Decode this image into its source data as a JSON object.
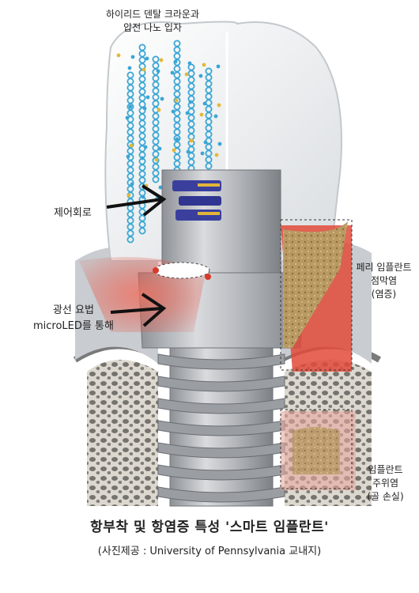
{
  "labels": {
    "nanoparticles": [
      "하이리드 덴탈 크라운과",
      "압전 나노 입자"
    ],
    "control_circuit": "제어회로",
    "phototherapy": [
      "광선 요법",
      "microLED를 통해"
    ],
    "peri_mucositis": [
      "페리 임플란트",
      "점막염",
      "(염증)"
    ],
    "peri_implantitis": [
      "임플란트",
      "주위염",
      "(골 손실)"
    ]
  },
  "caption": {
    "title": "항부착 및 항염증 특성 '스마트 임플란트'",
    "credit": "(사진제공 : University of Pennsylvania 교내지)"
  },
  "colors": {
    "crown": "#eef0f2",
    "metal": "#b9bcc0",
    "metal_dark": "#8a8e93",
    "particle": "#3aa6d4",
    "particle_alt": "#e3b83a",
    "circuit": "#3a3f9e",
    "inflammation": "#e24a3a",
    "bone": "#cfc8bc",
    "plaque": "#b5935a"
  }
}
